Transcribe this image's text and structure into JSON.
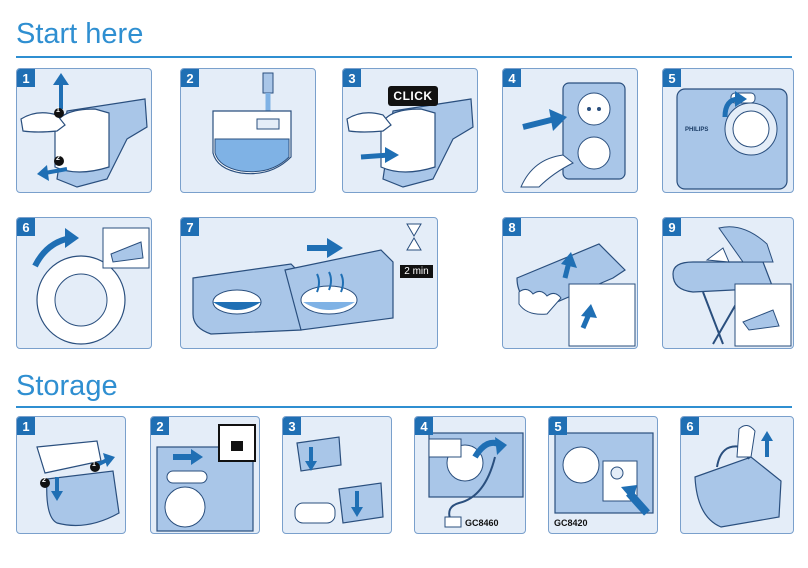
{
  "sections": {
    "start": {
      "title": "Start here"
    },
    "storage": {
      "title": "Storage"
    }
  },
  "start_steps": [
    "1",
    "2",
    "3",
    "4",
    "5",
    "6",
    "7",
    "8",
    "9"
  ],
  "storage_steps": [
    "1",
    "2",
    "3",
    "4",
    "5",
    "6"
  ],
  "labels": {
    "click": "CLICK",
    "time": "2 min",
    "brand": "PHILIPS",
    "callout_1": "1",
    "callout_2": "2",
    "model_a": "GC8460",
    "model_b": "GC8420"
  },
  "colors": {
    "accent": "#2f8fd1",
    "panel": "#e4edf8",
    "badge": "#1f6fb4"
  }
}
